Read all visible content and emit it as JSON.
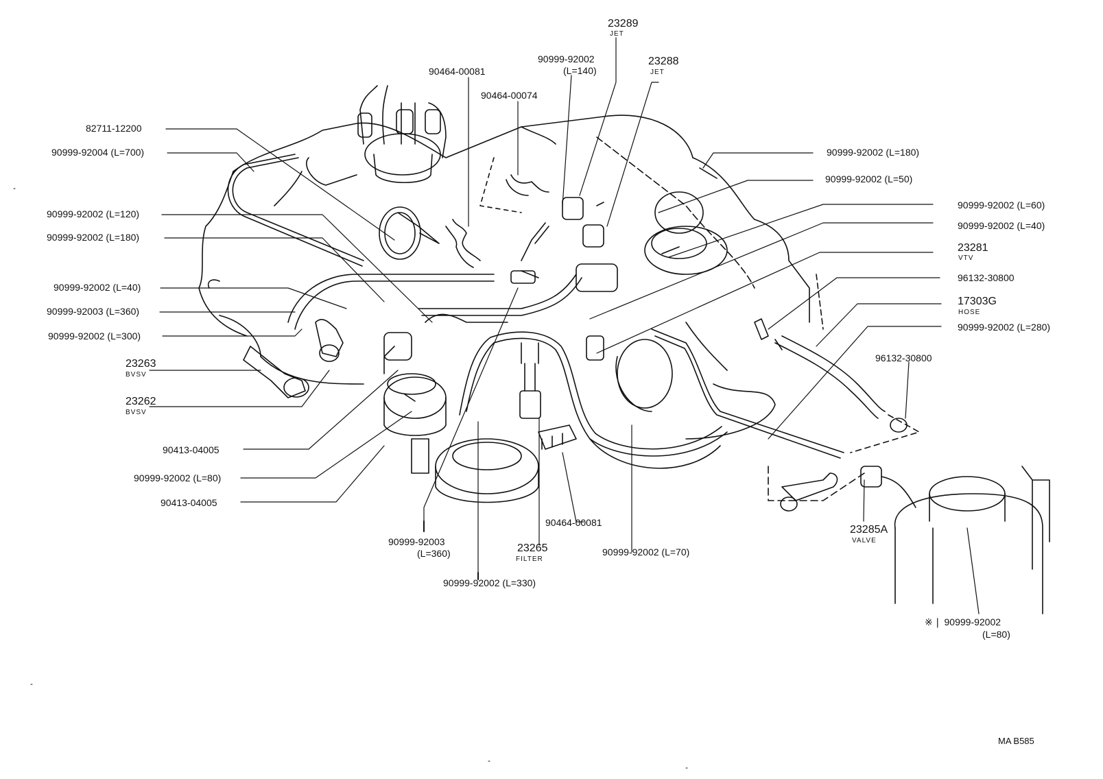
{
  "diagram": {
    "ref_code": "MA  B585",
    "labels": {
      "l23289": "23289",
      "l23289_sub": "JET",
      "l90999_140": "90999-92002",
      "l90999_140b": "(L=140)",
      "l23288": "23288",
      "l23288_sub": "JET",
      "l90464_81a": "90464-00081",
      "l90464_74": "90464-00074",
      "l82711": "82711-12200",
      "l90999_700": "90999-92004 (L=700)",
      "l90999_180a": "90999-92002 (L=180)",
      "l90999_50": "90999-92002 (L=50)",
      "l90999_120": "90999-92002 (L=120)",
      "l90999_180b": "90999-92002 (L=180)",
      "l90999_60": "90999-92002 (L=60)",
      "l90999_40b": "90999-92002 (L=40)",
      "l23281": "23281",
      "l23281_sub": "VTV",
      "l90999_40a": "90999-92002 (L=40)",
      "l96132a": "96132-30800",
      "l90999_360a": "90999-92003 (L=360)",
      "l17303": "17303G",
      "l17303_sub": "HOSE",
      "l90999_300": "90999-92002 (L=300)",
      "l90999_280": "90999-92002 (L=280)",
      "l23263": "23263",
      "l23263_sub": "BVSV",
      "l96132b": "96132-30800",
      "l23262": "23262",
      "l23262_sub": "BVSV",
      "l90413a": "90413-04005",
      "l90999_80a": "90999-92002 (L=80)",
      "l90413b": "90413-04005",
      "l90464_81b": "90464-00081",
      "l23285": "23285A",
      "l23285_sub": "VALVE",
      "l90999_360b": "90999-92003",
      "l90999_360c": "(L=360)",
      "l23265": "23265",
      "l23265_sub": "FILTER",
      "l90999_70": "90999-92002 (L=70)",
      "l90999_330": "90999-92002 (L=330)",
      "l90999_80b": "※ ❘ 90999-92002",
      "l90999_80c": "(L=80)"
    }
  }
}
